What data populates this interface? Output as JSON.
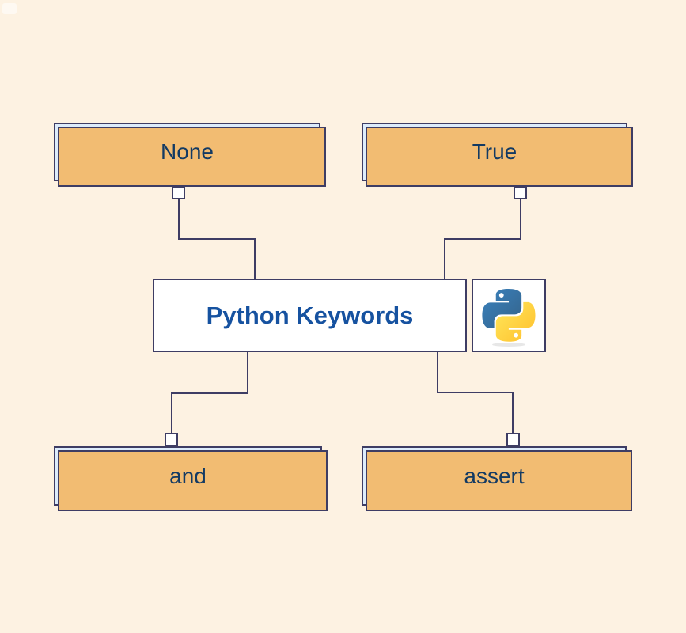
{
  "diagram": {
    "title": "Python Keywords",
    "icon": "python-logo",
    "nodes": [
      {
        "label": "None"
      },
      {
        "label": "True"
      },
      {
        "label": "and"
      },
      {
        "label": "assert"
      }
    ]
  },
  "colors": {
    "background": "#fdf2e2",
    "node_fill": "#ddecfb",
    "node_border": "#3e3d64",
    "node_shadow": "#f2bc72",
    "keyword_text": "#133a63",
    "title_text": "#1652a0",
    "line_color": "#3e3d64",
    "python_blue": "#387eb8",
    "python_blue_dark": "#366994",
    "python_yellow": "#ffe052",
    "python_yellow_dark": "#ffc331"
  }
}
